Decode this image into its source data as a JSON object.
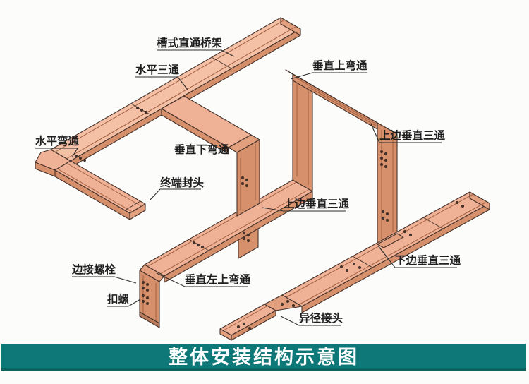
{
  "banner": {
    "title": "整体安装结构示意图",
    "background_color": "#0e7878",
    "text_color": "#ffffff"
  },
  "diagram": {
    "description_type": "isometric cable tray installation schematic",
    "tray_colors": {
      "top_face": "#f0b296",
      "top_face_light": "#f4c1a6",
      "side_face": "#d6906c",
      "end_face": "#e2a07f",
      "outline": "#44312a"
    },
    "labels": [
      {
        "id": "trough-straight-tray",
        "text": "槽式直通桥架"
      },
      {
        "id": "horizontal-tee",
        "text": "水平三通"
      },
      {
        "id": "vertical-up-bend",
        "text": "垂直上弯通"
      },
      {
        "id": "horizontal-bend",
        "text": "水平弯通"
      },
      {
        "id": "vertical-down-bend",
        "text": "垂直下弯通"
      },
      {
        "id": "end-cap",
        "text": "终端封头"
      },
      {
        "id": "upper-vertical-tee-right",
        "text": "上边垂直三通"
      },
      {
        "id": "upper-vertical-tee-middle",
        "text": "上边垂直三通"
      },
      {
        "id": "lower-vertical-tee",
        "text": "下边垂直三通"
      },
      {
        "id": "reducer-joint",
        "text": "异径接头"
      },
      {
        "id": "edge-bolt",
        "text": "边接螺栓"
      },
      {
        "id": "buckle-screw",
        "text": "扣螺"
      },
      {
        "id": "vertical-left-up-bend",
        "text": "垂直左上弯通"
      }
    ]
  }
}
